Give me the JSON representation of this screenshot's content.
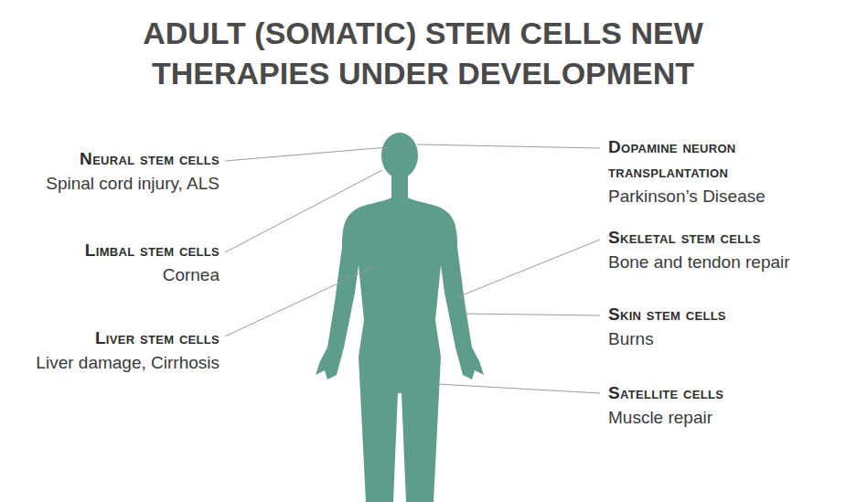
{
  "diagram": {
    "title": "ADULT (SOMATIC) STEM CELLS NEW THERAPIES UNDER DEVELOPMENT",
    "labels": [
      "Neural stem cells",
      "Spinal cord injury, ALS",
      "Limbal stem cells",
      "Cornea",
      "Liver stem cells",
      "Liver damage, Cirrhosis",
      "Dopamine neuron transplantation",
      "Parkinson’s Disease",
      "Skeletal stem cells",
      "Bone and tendon repair",
      "Skin stem cells",
      "Burns",
      "Satellite cells",
      "Muscle repair"
    ]
  }
}
